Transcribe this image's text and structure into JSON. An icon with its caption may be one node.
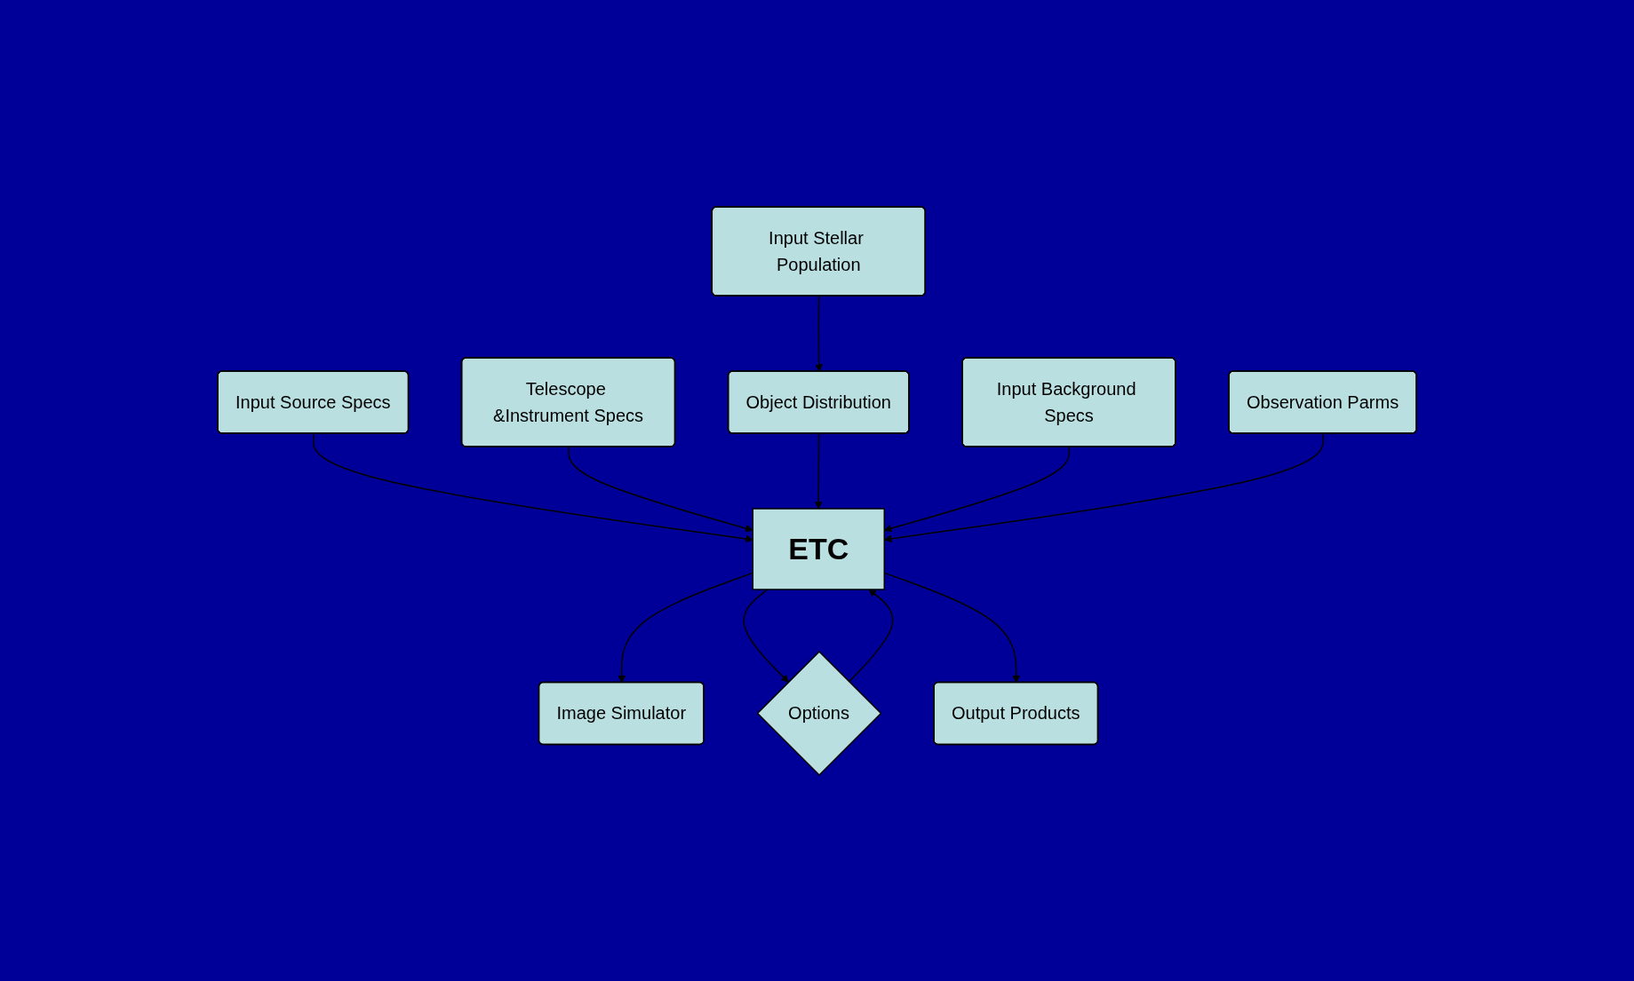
{
  "diagram": {
    "nodes": [
      {
        "text": [
          "Input Stellar Population"
        ]
      },
      {
        "text": [
          "Input Source Specs"
        ]
      },
      {
        "text": [
          "Telescope &Instrument Specs"
        ]
      },
      {
        "text": [
          "Object Distribution"
        ]
      },
      {
        "text": [
          "ETC"
        ]
      },
      {
        "text": [
          "Input Background Specs"
        ]
      },
      {
        "text": [
          "Observation Parms"
        ]
      },
      {
        "text": [
          "Image Simulator"
        ]
      },
      {
        "text": [
          "Options"
        ]
      },
      {
        "text": [
          "Output Products"
        ]
      }
    ],
    "edges": [
      {
        "from": 0,
        "to": 3,
        "arrow": "to"
      },
      {
        "from": 1,
        "to": 4,
        "arrow": "to"
      },
      {
        "from": 2,
        "to": 4,
        "arrow": "to"
      },
      {
        "from": 3,
        "to": 4,
        "arrow": "to"
      },
      {
        "from": 5,
        "to": 4,
        "arrow": "to"
      },
      {
        "from": 6,
        "to": 4,
        "arrow": "to"
      },
      {
        "from": 4,
        "to": 7,
        "arrow": "to"
      },
      {
        "from": 4,
        "to": 8,
        "arrow": "to"
      },
      {
        "from": 8,
        "to": 4,
        "arrow": "to"
      },
      {
        "from": 4,
        "to": 9,
        "arrow": "to"
      }
    ]
  }
}
